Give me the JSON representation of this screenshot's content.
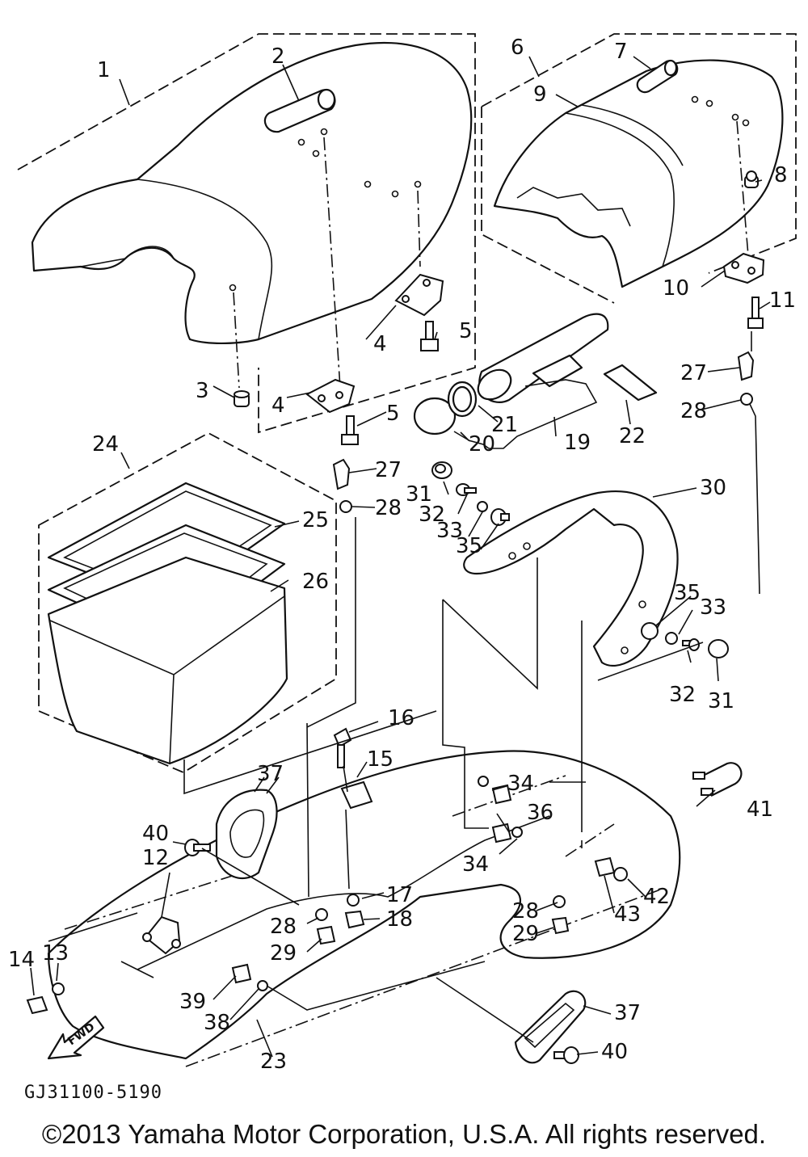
{
  "diagram": {
    "ref_code": "GJ31100-5190",
    "copyright": "©2013 Yamaha Motor Corporation, U.S.A. All rights reserved.",
    "fwd_label": "FWD",
    "callouts": [
      {
        "id": "c1",
        "label": "1"
      },
      {
        "id": "c2",
        "label": "2"
      },
      {
        "id": "c3",
        "label": "3"
      },
      {
        "id": "c4a",
        "label": "4"
      },
      {
        "id": "c4b",
        "label": "4"
      },
      {
        "id": "c5a",
        "label": "5"
      },
      {
        "id": "c5b",
        "label": "5"
      },
      {
        "id": "c6",
        "label": "6"
      },
      {
        "id": "c7",
        "label": "7"
      },
      {
        "id": "c8",
        "label": "8"
      },
      {
        "id": "c9",
        "label": "9"
      },
      {
        "id": "c10",
        "label": "10"
      },
      {
        "id": "c11",
        "label": "11"
      },
      {
        "id": "c12",
        "label": "12"
      },
      {
        "id": "c13",
        "label": "13"
      },
      {
        "id": "c14",
        "label": "14"
      },
      {
        "id": "c15",
        "label": "15"
      },
      {
        "id": "c16",
        "label": "16"
      },
      {
        "id": "c17",
        "label": "17"
      },
      {
        "id": "c18",
        "label": "18"
      },
      {
        "id": "c19",
        "label": "19"
      },
      {
        "id": "c20",
        "label": "20"
      },
      {
        "id": "c21",
        "label": "21"
      },
      {
        "id": "c22",
        "label": "22"
      },
      {
        "id": "c23",
        "label": "23"
      },
      {
        "id": "c24",
        "label": "24"
      },
      {
        "id": "c25",
        "label": "25"
      },
      {
        "id": "c26",
        "label": "26"
      },
      {
        "id": "c27a",
        "label": "27"
      },
      {
        "id": "c27b",
        "label": "27"
      },
      {
        "id": "c28a",
        "label": "28"
      },
      {
        "id": "c28b",
        "label": "28"
      },
      {
        "id": "c28c",
        "label": "28"
      },
      {
        "id": "c28d",
        "label": "28"
      },
      {
        "id": "c29a",
        "label": "29"
      },
      {
        "id": "c29b",
        "label": "29"
      },
      {
        "id": "c30",
        "label": "30"
      },
      {
        "id": "c31a",
        "label": "31"
      },
      {
        "id": "c31b",
        "label": "31"
      },
      {
        "id": "c32a",
        "label": "32"
      },
      {
        "id": "c32b",
        "label": "32"
      },
      {
        "id": "c33a",
        "label": "33"
      },
      {
        "id": "c33b",
        "label": "33"
      },
      {
        "id": "c34a",
        "label": "34"
      },
      {
        "id": "c34b",
        "label": "34"
      },
      {
        "id": "c35a",
        "label": "35"
      },
      {
        "id": "c35b",
        "label": "35"
      },
      {
        "id": "c36",
        "label": "36"
      },
      {
        "id": "c37a",
        "label": "37"
      },
      {
        "id": "c37b",
        "label": "37"
      },
      {
        "id": "c38",
        "label": "38"
      },
      {
        "id": "c39",
        "label": "39"
      },
      {
        "id": "c40a",
        "label": "40"
      },
      {
        "id": "c40b",
        "label": "40"
      },
      {
        "id": "c41",
        "label": "41"
      },
      {
        "id": "c42",
        "label": "42"
      },
      {
        "id": "c43",
        "label": "43"
      }
    ]
  }
}
